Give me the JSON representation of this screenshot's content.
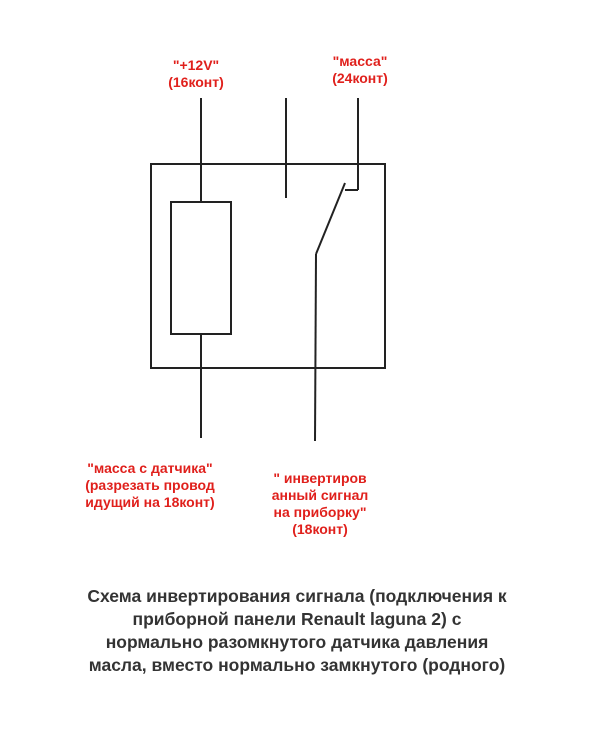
{
  "labels": {
    "plus12v": {
      "line1": "\"+12V\"",
      "line2": "(16конт)"
    },
    "ground24": {
      "line1": "\"масса\"",
      "line2": "(24конт)"
    },
    "sensor_ground": {
      "line1": "\"масса с датчика\"",
      "line2": "(разрезать провод",
      "line3": "идущий на 18конт)"
    },
    "inverted": {
      "line1": "\" инвертиров",
      "line2": "анный сигнал",
      "line3": "на приборку\"",
      "line4": "(18конт)"
    }
  },
  "caption": {
    "line1": "Схема инвертирования сигнала (подключения к",
    "line2": "приборной панели Renault laguna 2) с",
    "line3": "нормально разомкнутого датчика  давления",
    "line4": "масла, вместо нормально замкнутого (родного)"
  },
  "colors": {
    "label": "#e0201c",
    "caption": "#333333",
    "lines": "#222222"
  }
}
